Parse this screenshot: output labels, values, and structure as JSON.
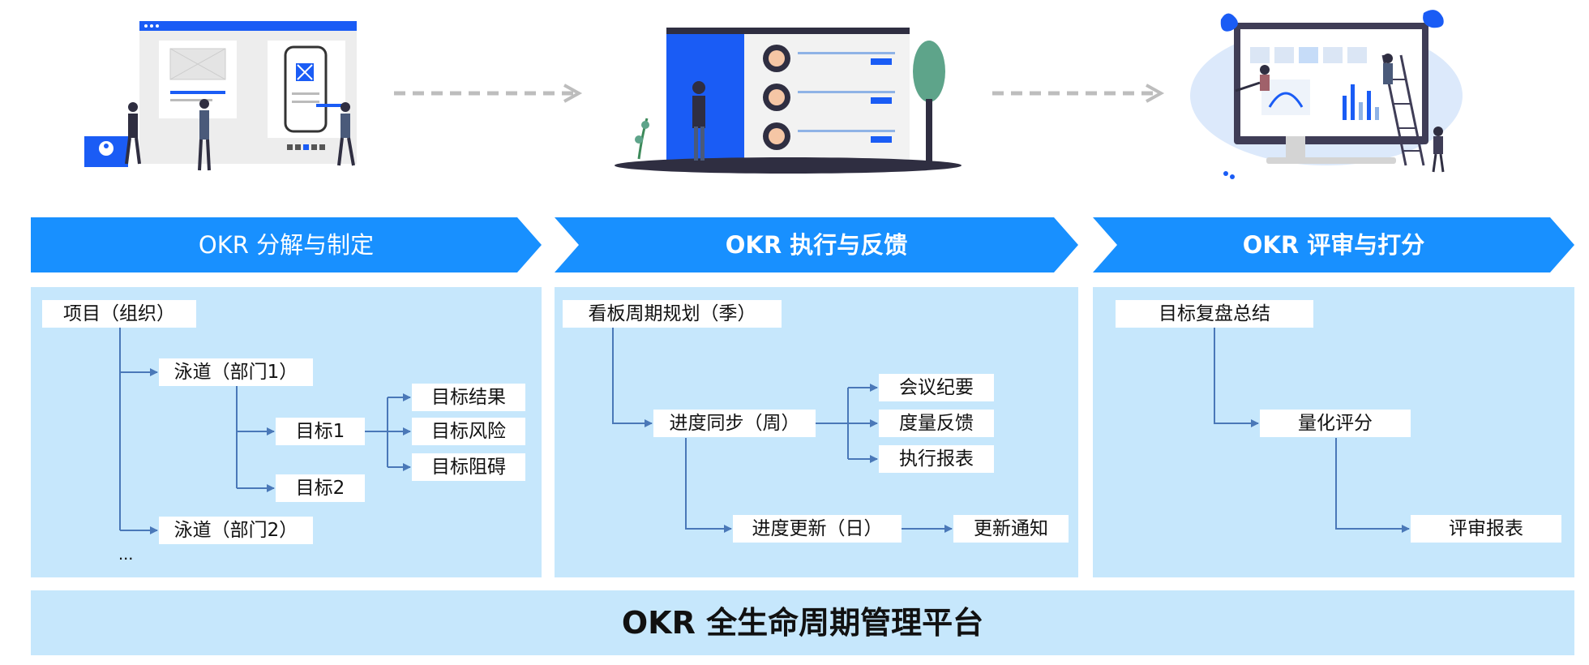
{
  "colors": {
    "header_blue": "#1890ff",
    "panel_bg": "#c6e7fc",
    "line": "#4a78b8",
    "accent": "#1a5cf5"
  },
  "illustrations": [
    {
      "name": "wireframe-planning-illustration"
    },
    {
      "name": "team-board-illustration"
    },
    {
      "name": "dashboard-review-illustration"
    }
  ],
  "phases": [
    {
      "title": "OKR 分解与制定",
      "nodes": {
        "root": "项目（组织）",
        "lane1": "泳道（部门1）",
        "lane2": "泳道（部门2）",
        "goal1": "目标1",
        "goal2": "目标2",
        "result": "目标结果",
        "risk": "目标风险",
        "block": "目标阻碍"
      },
      "ellipsis": "..."
    },
    {
      "title": "OKR 执行与反馈",
      "nodes": {
        "root": "看板周期规划（季）",
        "sync": "进度同步（周）",
        "meeting": "会议纪要",
        "metric": "度量反馈",
        "report": "执行报表",
        "update": "进度更新（日）",
        "notify": "更新通知"
      }
    },
    {
      "title": "OKR 评审与打分",
      "nodes": {
        "root": "目标复盘总结",
        "score": "量化评分",
        "review": "评审报表"
      }
    }
  ],
  "footer": {
    "title": "OKR 全生命周期管理平台"
  }
}
